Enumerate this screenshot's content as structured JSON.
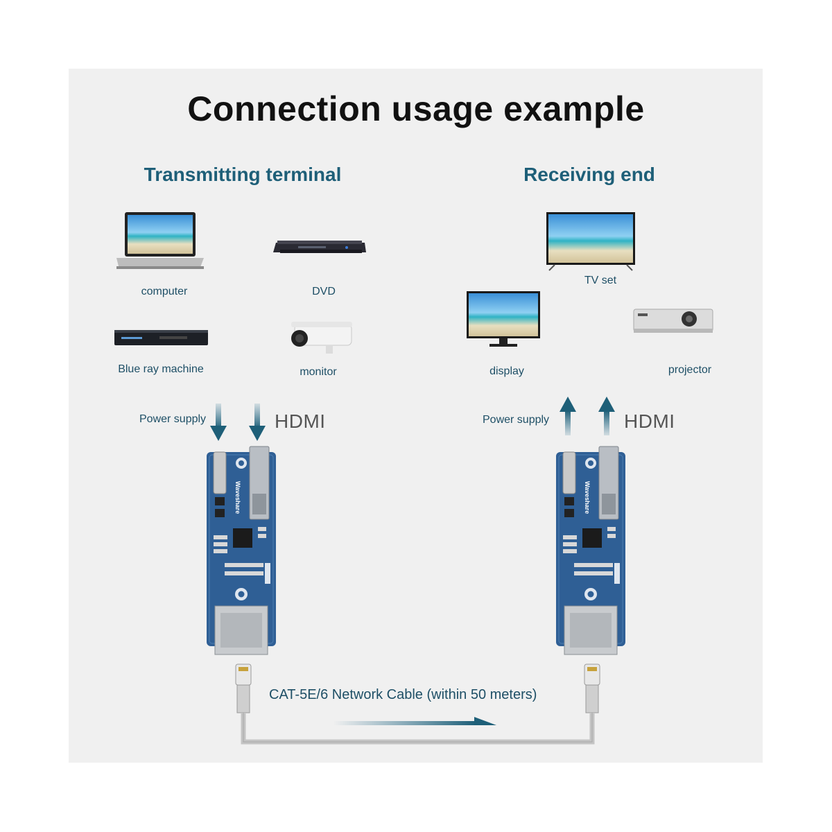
{
  "title": "Connection usage example",
  "transmitting": {
    "title": "Transmitting terminal",
    "devices": [
      {
        "label": "computer",
        "icon": "laptop-icon"
      },
      {
        "label": "DVD",
        "icon": "dvd-player-icon"
      },
      {
        "label": "Blue ray machine",
        "icon": "bluray-player-icon"
      },
      {
        "label": "monitor",
        "icon": "security-camera-icon"
      }
    ],
    "power_label": "Power supply",
    "hdmi_label": "HDMI"
  },
  "receiving": {
    "title": "Receiving end",
    "devices": [
      {
        "label": "TV set",
        "icon": "tv-icon"
      },
      {
        "label": "display",
        "icon": "desktop-monitor-icon"
      },
      {
        "label": "projector",
        "icon": "projector-icon"
      }
    ],
    "power_label": "Power supply",
    "hdmi_label": "HDMI"
  },
  "board_brand": "Waveshare",
  "cable_label": "CAT-5E/6 Network Cable (within 50 meters)",
  "colors": {
    "accent": "#1e5f78",
    "board": "#2f5f95",
    "arrow": "#2a6e8c",
    "background": "#f0f0f0"
  }
}
